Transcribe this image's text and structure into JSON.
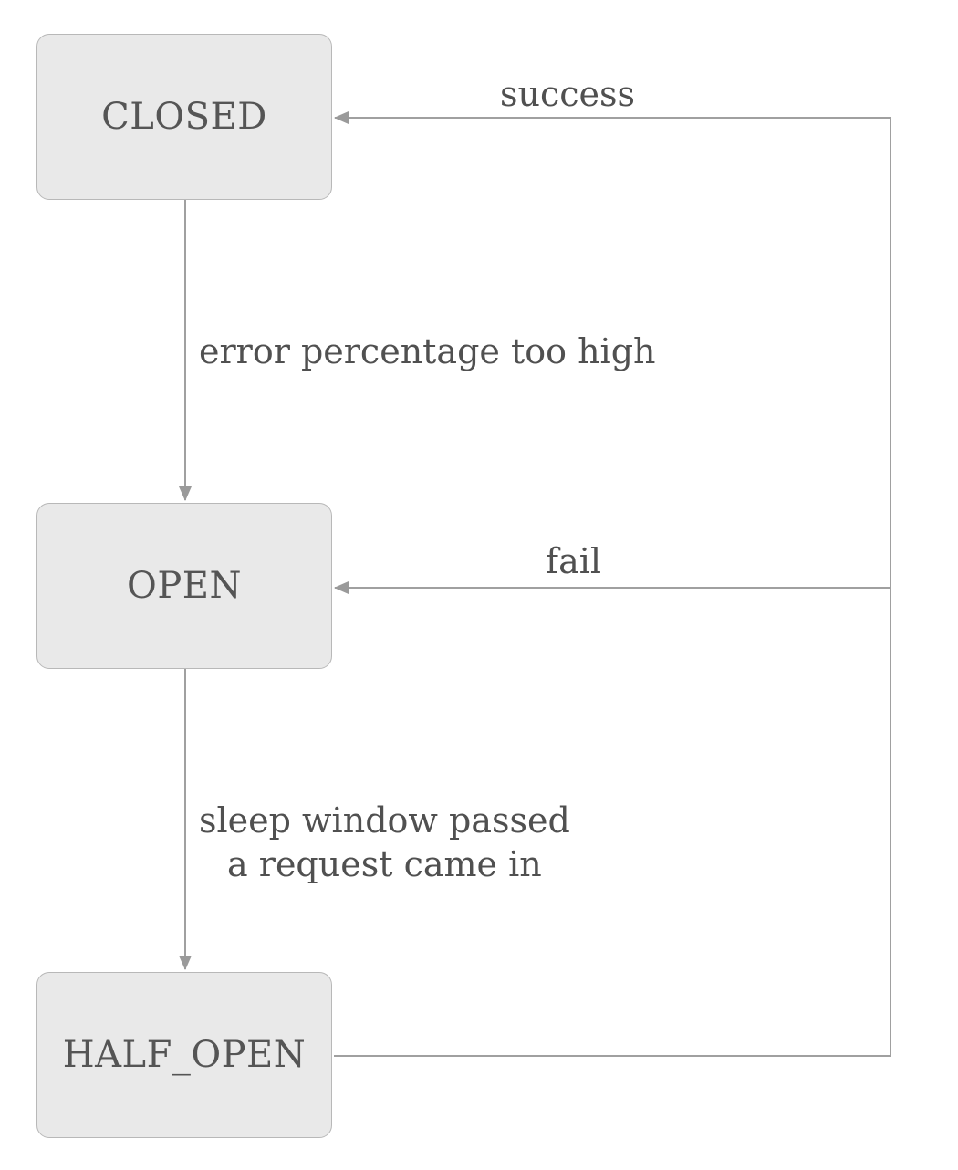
{
  "states": {
    "closed": "CLOSED",
    "open": "OPEN",
    "half_open": "HALF_OPEN"
  },
  "transitions": {
    "success": "success",
    "error": "error percentage too high",
    "fail": "fail",
    "sleep_line1": "sleep window passed",
    "sleep_line2": "a request came in"
  },
  "colors": {
    "state_fill": "#e9e9e9",
    "state_border": "#b8b8b8",
    "edge": "#a0a0a0",
    "text": "#555555"
  }
}
